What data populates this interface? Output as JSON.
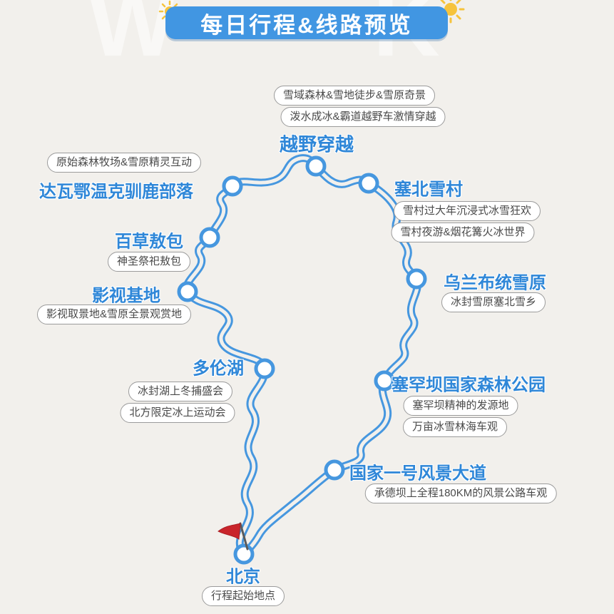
{
  "page": {
    "background_color": "#f2f0ec",
    "watermark": "W K",
    "route_color": "#4697df",
    "flag_color": "#c9252b"
  },
  "banner": {
    "title": "每日行程&线路预览",
    "color": "#4196e2",
    "sun_icon_color": "#f6c33c"
  },
  "stops": [
    {
      "name": "越野穿越",
      "tags": [
        "雪域森林&雪地徒步&雪原奇景",
        "泼水成冰&霸道越野车激情穿越"
      ]
    },
    {
      "name": "达瓦鄂温克驯鹿部落",
      "tags": [
        "原始森林牧场&雪原精灵互动"
      ]
    },
    {
      "name": "塞北雪村",
      "tags": [
        "雪村过大年沉浸式冰雪狂欢",
        "雪村夜游&烟花篝火冰世界"
      ]
    },
    {
      "name": "百草敖包",
      "tags": [
        "神圣祭祀敖包"
      ]
    },
    {
      "name": "乌兰布统雪原",
      "tags": [
        "冰封雪原塞北雪乡"
      ]
    },
    {
      "name": "影视基地",
      "tags": [
        "影视取景地&雪原全景观赏地"
      ]
    },
    {
      "name": "多伦湖",
      "tags": [
        "冰封湖上冬捕盛会",
        "北方限定冰上运动会"
      ]
    },
    {
      "name": "塞罕坝国家森林公园",
      "tags": [
        "塞罕坝精神的发源地",
        "万亩冰雪林海车观"
      ]
    },
    {
      "name": "国家一号风景大道",
      "tags": [
        "承德坝上全程180KM的风景公路车观"
      ]
    },
    {
      "name": "北京",
      "tags": [
        "行程起始地点"
      ]
    }
  ]
}
